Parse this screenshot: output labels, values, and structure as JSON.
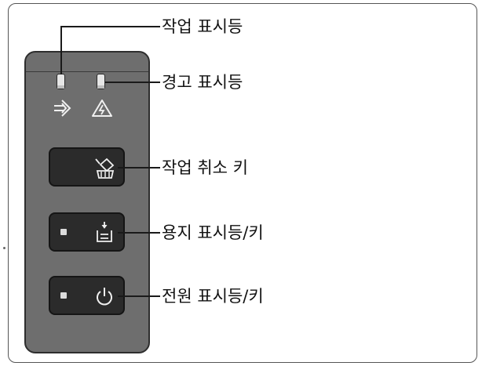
{
  "labels": {
    "job_led": "작업 표시등",
    "warning_led": "경고 표시등",
    "cancel_key": "작업 취소 키",
    "paper_led_key": "용지 표시등/키",
    "power_led_key": "전원 표시등/키"
  },
  "icons": {
    "job": "job-arrow-icon",
    "warning": "warning-triangle-icon",
    "cancel": "cancel-job-icon",
    "paper": "paper-tray-icon",
    "power": "power-icon"
  },
  "colors": {
    "panel": "#6e6e6e",
    "button": "#2b2b2b",
    "led": "#e6e6e6",
    "line": "#1a1a1a"
  }
}
